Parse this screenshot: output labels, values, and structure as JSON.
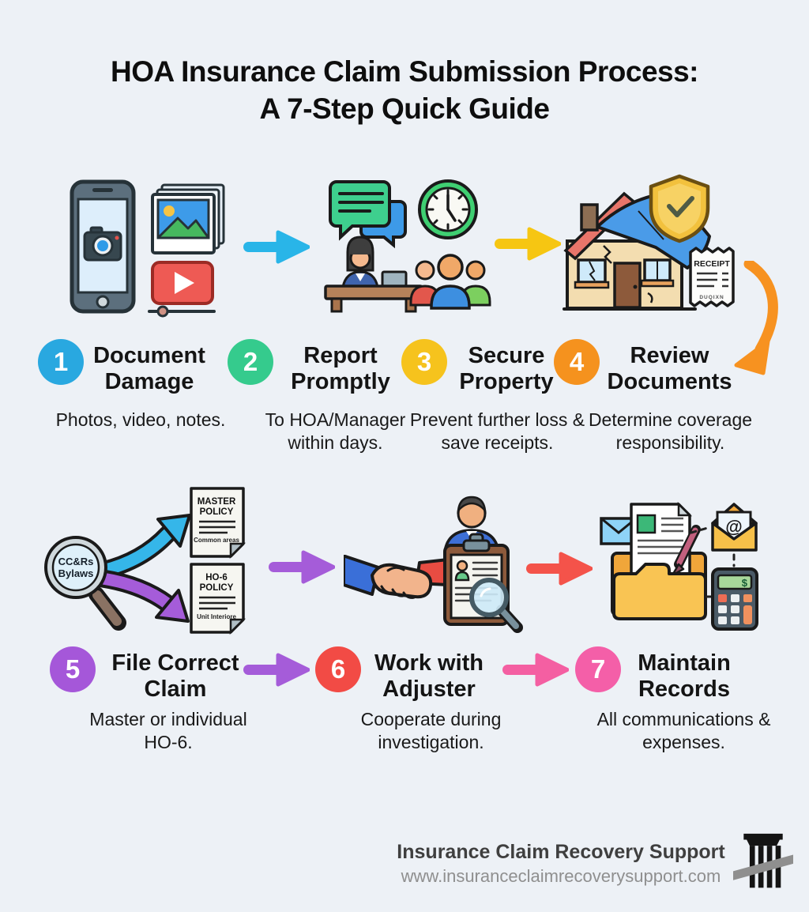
{
  "page": {
    "background": "#edf1f6"
  },
  "title": {
    "line1": "HOA Insurance Claim Submission Process:",
    "line2": "A 7-Step Quick Guide"
  },
  "steps": [
    {
      "number": "1",
      "title": "Document Damage",
      "description": "Photos, video, notes.",
      "color": "#29a8e0"
    },
    {
      "number": "2",
      "title": "Report Promptly",
      "description": "To HOA/Manager within days.",
      "color": "#35cb8d"
    },
    {
      "number": "3",
      "title": "Secure Property",
      "description": "Prevent further loss & save receipts.",
      "color": "#f6c31d"
    },
    {
      "number": "4",
      "title": "Review Documents",
      "description": "Determine coverage responsibility.",
      "color": "#f5921e"
    },
    {
      "number": "5",
      "title": "File Correct Claim",
      "description": "Master or individual HO-6.",
      "color": "#a557d9"
    },
    {
      "number": "6",
      "title": "Work with Adjuster",
      "description": "Cooperate during investigation.",
      "color": "#f24b45"
    },
    {
      "number": "7",
      "title": "Maintain Records",
      "description": "All communications & expenses.",
      "color": "#f45fa8"
    }
  ],
  "arrows": {
    "step1_to_2": "#29b5e8",
    "step2_to_3": "#f6c612",
    "step4_curve": "#f79220",
    "icons5_to_6": "#a55cd9",
    "icons6_to_7": "#f4534a",
    "label5_to_6": "#a55cd9",
    "label6_to_7": "#f45fa2",
    "magnifier_to_master": "#35b6e9",
    "magnifier_to_ho6": "#a55cd9"
  },
  "icon_labels": {
    "magnifier_line1": "CC&Rs",
    "magnifier_line2": "Bylaws",
    "master_policy_line1": "MASTER",
    "master_policy_line2": "POLICY",
    "master_policy_sub": "Common areas",
    "ho6_policy_line1": "HO-6",
    "ho6_policy_line2": "POLICY",
    "ho6_policy_sub": "Unit Interiore",
    "receipt_title": "RECEIPT",
    "receipt_footer": "DUQIXN",
    "email_at_symbol": "@",
    "calculator_display": "$"
  },
  "footer": {
    "brand": "Insurance Claim Recovery Support",
    "website": "www.insuranceclaimrecoverysupport.com"
  }
}
